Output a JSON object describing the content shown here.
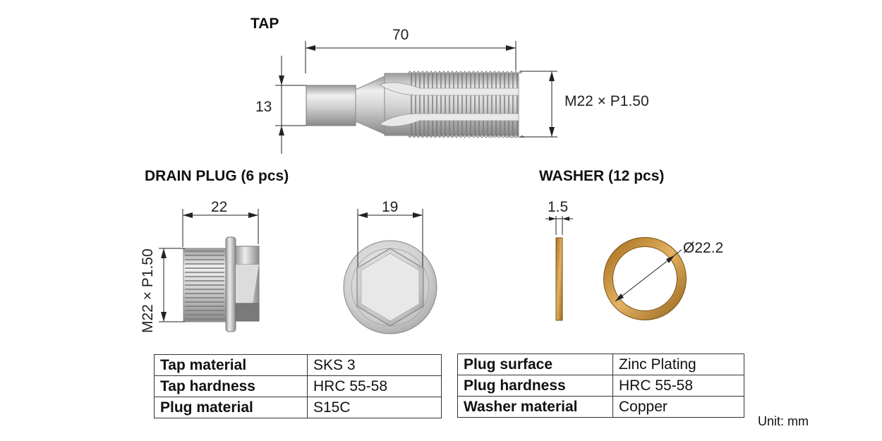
{
  "titles": {
    "tap": "TAP",
    "drain_plug": "DRAIN PLUG (6 pcs)",
    "washer": "WASHER (12 pcs)"
  },
  "dimensions": {
    "tap_length": "70",
    "tap_square": "13",
    "tap_thread": "M22 × P1.50",
    "plug_length": "22",
    "plug_thread": "M22 × P1.50",
    "plug_hex": "19",
    "washer_thickness": "1.5",
    "washer_diameter": "Ø22.2"
  },
  "colors": {
    "steel": "#c9c9c9",
    "copper": "#c8913e"
  },
  "spec_left": [
    {
      "label": "Tap material",
      "value": "SKS 3"
    },
    {
      "label": "Tap hardness",
      "value": "HRC 55-58"
    },
    {
      "label": "Plug material",
      "value": "S15C"
    }
  ],
  "spec_right": [
    {
      "label": "Plug surface",
      "value": "Zinc Plating"
    },
    {
      "label": "Plug hardness",
      "value": "HRC 55-58"
    },
    {
      "label": "Washer material",
      "value": "Copper"
    }
  ],
  "unit_note": "Unit: mm"
}
